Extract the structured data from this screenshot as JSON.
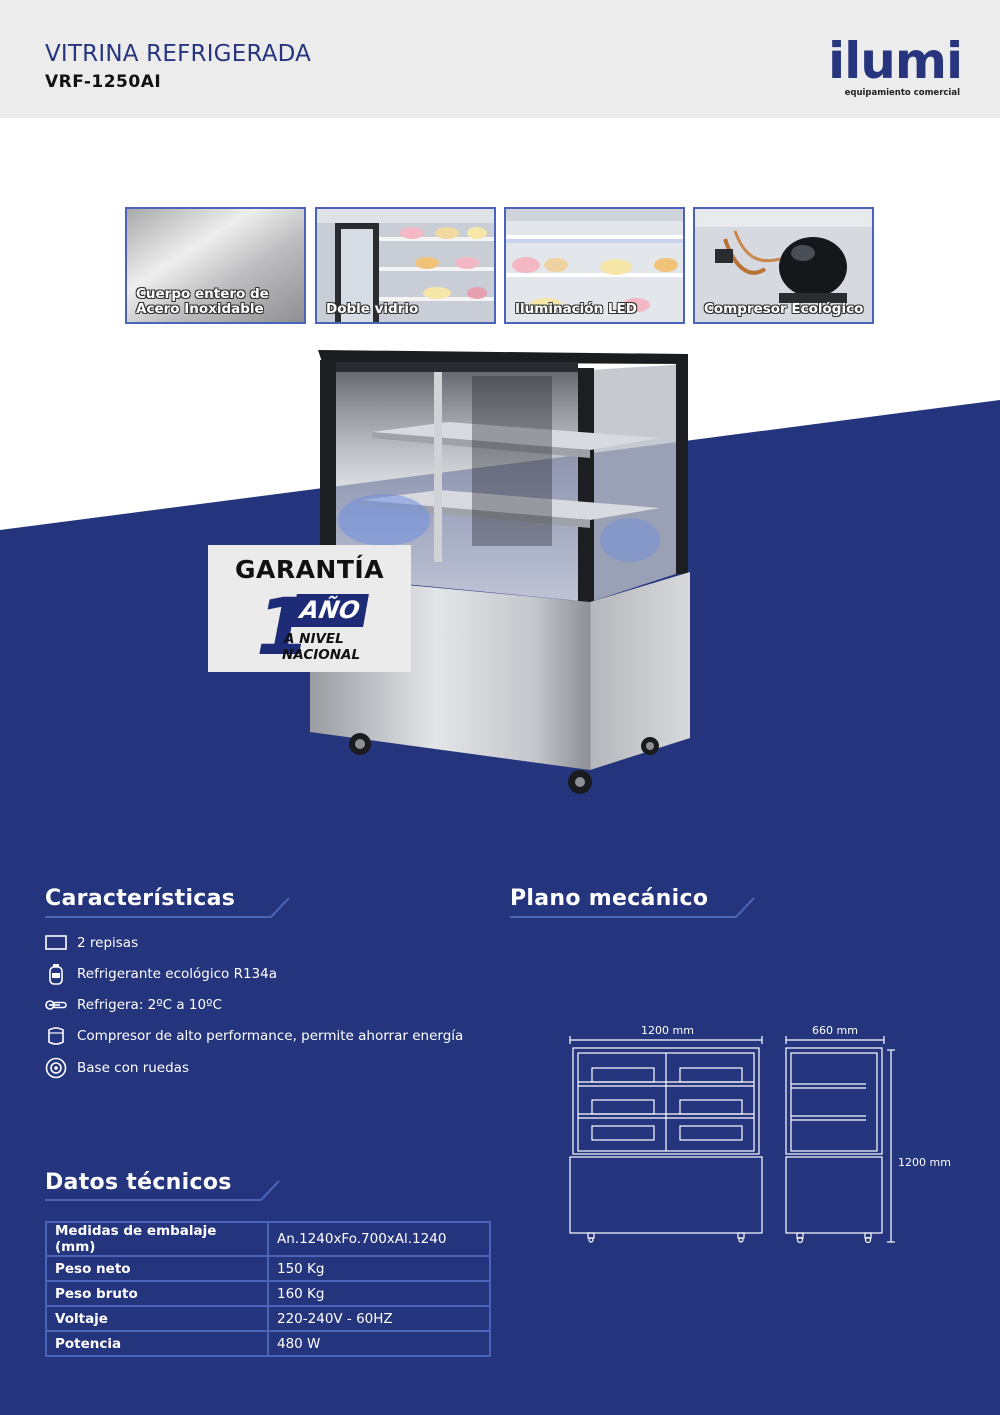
{
  "header": {
    "title": "VITRINA REFRIGERADA",
    "model": "VRF-1250AI",
    "logo_word": "ilumi",
    "logo_tagline": "equipamiento comercial"
  },
  "thumbnails": [
    {
      "label": "Cuerpo entero de Acero Inoxidable"
    },
    {
      "label": "Doble vidrio"
    },
    {
      "label": "Iluminación LED"
    },
    {
      "label": "Compresor Ecológico"
    }
  ],
  "warranty": {
    "title": "GARANTÍA",
    "number": "1",
    "unit": "AÑO",
    "scope_line1": "A NIVEL",
    "scope_line2": "NACIONAL"
  },
  "features": {
    "title": "Características",
    "items": [
      {
        "icon": "shelf-icon",
        "text": "2 repisas"
      },
      {
        "icon": "refrigerant-tank-icon",
        "text": "Refrigerante ecológico R134a"
      },
      {
        "icon": "thermometer-icon",
        "text": "Refrigera: 2ºC a 10ºC"
      },
      {
        "icon": "compressor-icon",
        "text": "Compresor de alto performance, permite ahorrar energía"
      },
      {
        "icon": "wheel-icon",
        "text": "Base con ruedas"
      }
    ]
  },
  "mechanical": {
    "title": "Plano mecánico",
    "width_label": "1200 mm",
    "depth_label": "660 mm",
    "height_label": "1200 mm"
  },
  "specs": {
    "title": "Datos técnicos",
    "rows": [
      {
        "key": "Medidas de embalaje (mm)",
        "value": "An.1240xFo.700xAl.1240"
      },
      {
        "key": "Peso neto",
        "value": "150 Kg"
      },
      {
        "key": "Peso bruto",
        "value": "160 Kg"
      },
      {
        "key": "Voltaje",
        "value": "220-240V - 60HZ"
      },
      {
        "key": "Potencia",
        "value": "480 W"
      }
    ]
  },
  "colors": {
    "navy": "#24357e",
    "accent_blue": "#4a64b9",
    "header_gray": "#ececec"
  }
}
